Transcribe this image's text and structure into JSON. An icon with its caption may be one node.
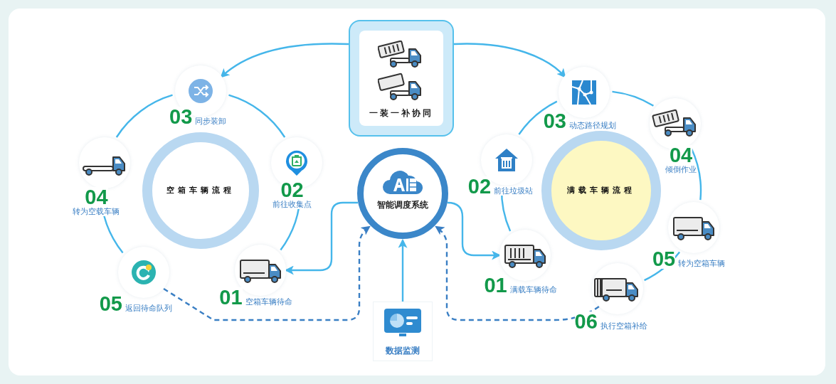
{
  "diagram": {
    "nodes": [
      {
        "text": [
          "一装一补协同"
        ]
      },
      {
        "text": [
          "智能调度系统"
        ]
      },
      {
        "text": [
          "空箱车辆流程"
        ]
      },
      {
        "text": [
          "满载车辆流程"
        ]
      },
      {
        "text": [
          "数据监测"
        ]
      },
      {
        "text": [
          "01",
          "空箱车辆待命"
        ]
      },
      {
        "text": [
          "02",
          "前往收集点"
        ]
      },
      {
        "text": [
          "03",
          "同步装卸"
        ]
      },
      {
        "text": [
          "04",
          "转为空载车辆"
        ]
      },
      {
        "text": [
          "05",
          "返回待命队列"
        ]
      },
      {
        "text": [
          "01",
          "满载车辆待命"
        ]
      },
      {
        "text": [
          "02",
          "前往垃圾站"
        ]
      },
      {
        "text": [
          "03",
          "动态路径规划"
        ]
      },
      {
        "text": [
          "04",
          "倾倒作业"
        ]
      },
      {
        "text": [
          "05",
          "转为空箱车辆"
        ]
      },
      {
        "text": [
          "06",
          "执行空箱补给"
        ]
      }
    ],
    "edges": [
      {
        "from": 0,
        "to": 7,
        "arrow": "to"
      },
      {
        "from": 0,
        "to": 12,
        "arrow": "to"
      },
      {
        "from": 1,
        "to": 5,
        "arrow": "to"
      },
      {
        "from": 1,
        "to": 10,
        "arrow": "to"
      },
      {
        "from": 4,
        "to": 1,
        "arrow": "to"
      },
      {
        "from": 9,
        "to": 1,
        "arrow": "to",
        "style": "dashed",
        "color": "#3a7fc4"
      },
      {
        "from": 15,
        "to": 1,
        "arrow": "to",
        "style": "dashed",
        "color": "#3a7fc4"
      },
      {
        "from": 5,
        "to": 6,
        "arrow": "none"
      },
      {
        "from": 6,
        "to": 7,
        "arrow": "none"
      },
      {
        "from": 7,
        "to": 8,
        "arrow": "none"
      },
      {
        "from": 8,
        "to": 9,
        "arrow": "none"
      },
      {
        "from": 10,
        "to": 11,
        "arrow": "none"
      },
      {
        "from": 11,
        "to": 12,
        "arrow": "none"
      },
      {
        "from": 12,
        "to": 13,
        "arrow": "none"
      },
      {
        "from": 13,
        "to": 14,
        "arrow": "none"
      },
      {
        "from": 14,
        "to": 15,
        "arrow": "none"
      }
    ]
  }
}
